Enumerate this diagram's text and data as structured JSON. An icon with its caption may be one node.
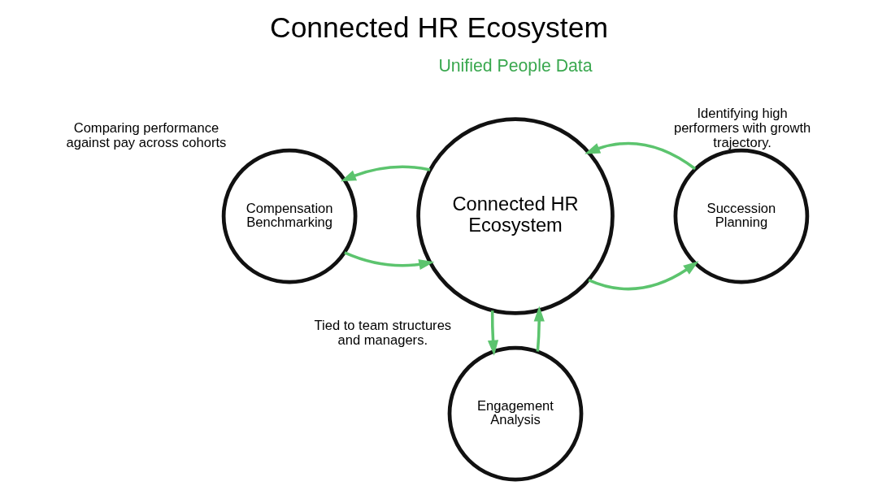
{
  "diagram": {
    "title": "Connected HR Ecosystem",
    "nodes": [
      {
        "text": [
          "Compensation Benchmarking"
        ],
        "beside": [
          "Comparing performance against pay across cohorts"
        ]
      },
      {
        "text": [
          "Connected HR Ecosystem"
        ]
      },
      {
        "text": [
          "Succession Planning"
        ],
        "beside": [
          "Identifying high performers with growth trajectory."
        ]
      },
      {
        "text": [
          "Engagement Analysis"
        ],
        "beside": [
          "Tied to team structures and managers."
        ]
      }
    ],
    "edges": [
      {
        "from": 0,
        "to": 1,
        "arrow": "to"
      },
      {
        "from": 1,
        "to": 0,
        "arrow": "to"
      },
      {
        "from": 1,
        "to": 2,
        "arrow": "to"
      },
      {
        "from": 2,
        "to": 1,
        "arrow": "to"
      },
      {
        "from": 1,
        "to": 3,
        "arrow": "to"
      },
      {
        "from": 3,
        "to": 1,
        "arrow": "to"
      }
    ],
    "labels": [
      "Unified People Data"
    ]
  }
}
